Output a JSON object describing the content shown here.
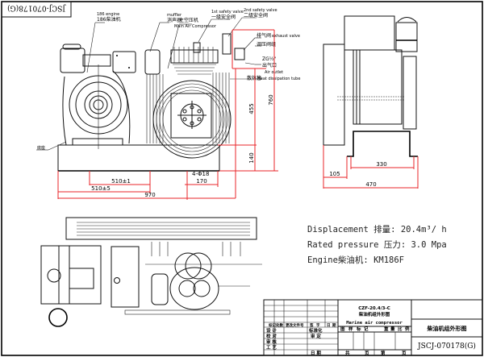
{
  "drawing": {
    "number": "JSCJ-070178(G)",
    "number_rotated": "JSCJ-070178(G)"
  },
  "front_view_labels": {
    "engine_en": "186 engine",
    "engine_cn": "186柴油机",
    "muffler_en": "muffler",
    "muffler_cn": "消声器",
    "main_compressor_cn": "主空压机",
    "main_compressor_en": "Main Air Compressor",
    "safety1_en": "1st safety valve",
    "safety1_cn": "一级安全阀",
    "safety2_en": "2nd safety valve",
    "safety2_cn": "二级安全阀",
    "exhaust_cn": "排气阀",
    "exhaust_en": "exhaust valve",
    "pressure_valve_cn": "调压阀组",
    "zg": "ZG½\"",
    "air_outlet_cn": "出气口",
    "air_outlet_en": "Air outlet",
    "heat_tube_cn": "散热管",
    "heat_tube_en": "Heat dissipation tube",
    "base_cn": "底座"
  },
  "dimensions": {
    "d510_1": "510±1",
    "d510_5": "510±5",
    "d970": "970",
    "d170": "170",
    "holes": "4-Φ18",
    "d455": "455",
    "d140": "140",
    "d760": "760",
    "d330": "330",
    "d105": "105",
    "d470": "470"
  },
  "specs": {
    "displacement": "Displacement 排量: 20.4m³/ h",
    "pressure": "Rated pressure 压力: 3.0 Mpa",
    "engine": "Engine柴油机: KM186F"
  },
  "title_block": {
    "model": "CZF-20.4/3-C",
    "name_cn": "柴油机组外形图",
    "name_en": "Marine air compressor",
    "title_cn": "柴油机组外形图",
    "code": "JSCJ-070178(G)",
    "header_cells": [
      "标记",
      "处数",
      "更改文件号",
      "签",
      "字",
      "日",
      "期"
    ],
    "left_rows": [
      "设 计",
      "校 对",
      "审 核",
      "工 艺"
    ],
    "mid_rows": [
      "标准化",
      "审 定",
      "",
      "日 期"
    ],
    "stage_cells": [
      "图",
      "样",
      "标",
      "记",
      "重",
      "量",
      "比",
      "例"
    ],
    "sheet_cells": [
      "共",
      "页",
      "第",
      "页"
    ]
  },
  "colors": {
    "dimension": "#e8252a",
    "line": "#111111"
  }
}
